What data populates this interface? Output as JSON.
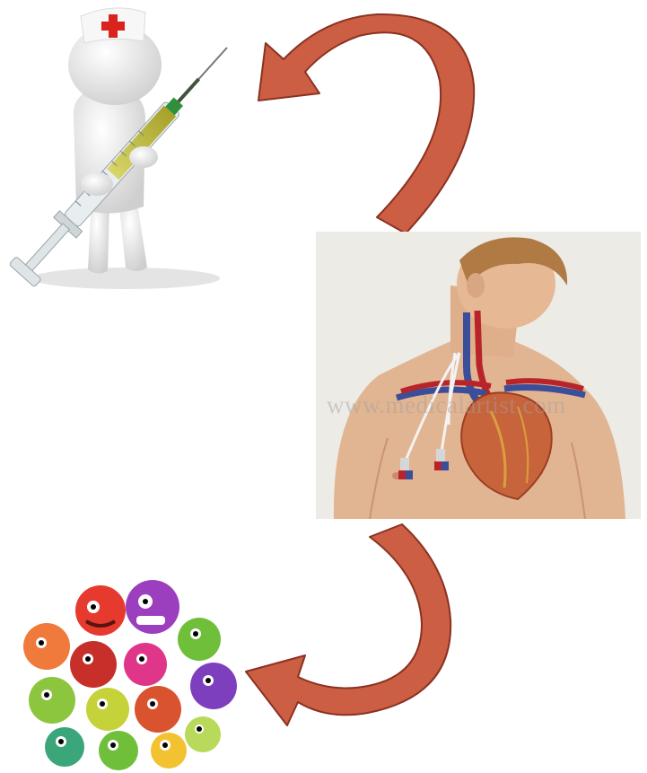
{
  "watermark_text": "www.medicalartist.com",
  "colors": {
    "arrow_fill": "#cc5e43",
    "arrow_stroke": "#8a3222",
    "nurse_cap_cross": "#d9231d",
    "syringe_needle_hub": "#2f8f3a",
    "syringe_fluid": "#c8c63a",
    "skin": "#e2b592",
    "heart": "#c8643c",
    "artery": "#b8242a",
    "vein": "#3b4e9a"
  },
  "icons": [
    "nurse-figure",
    "syringe-icon",
    "central-line-anatomy",
    "heart-icon",
    "germs-cluster",
    "curved-arrow"
  ]
}
